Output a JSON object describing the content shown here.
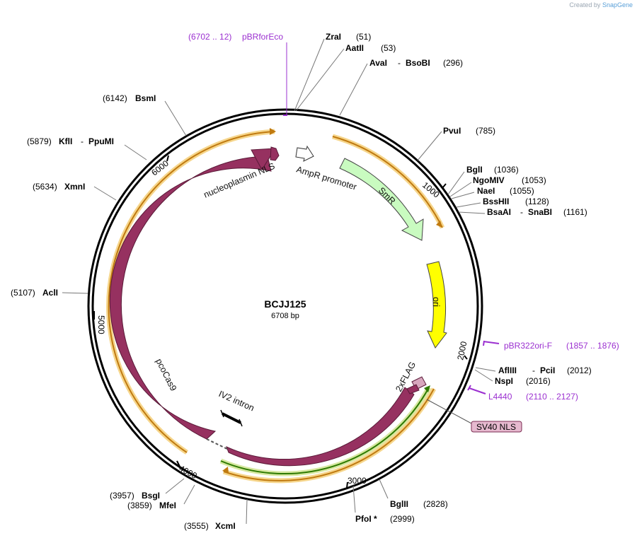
{
  "branding": {
    "created_by": "Created by",
    "app": "SnapGene"
  },
  "plasmid": {
    "name": "BCJJ125",
    "size": "6708 bp"
  },
  "ticks": [
    "1000",
    "2000",
    "3000",
    "4000",
    "5000",
    "6000"
  ],
  "features": {
    "nucleoplasmin_nls": "nucleoplasmin NLS",
    "ampr_promoter": "AmpR promoter",
    "smr": "SmR",
    "ori": "ori",
    "pcocas9": "pcoCas9",
    "iv2_intron": "IV2 intron",
    "twoxflag": "2xFLAG",
    "sv40_nls": "SV40 NLS"
  },
  "primers": {
    "pbrforeco": {
      "range": "(6702 .. 12)",
      "name": "pBRforEco"
    },
    "pbr322ori_f": {
      "name": "pBR322ori-F",
      "range": "(1857 .. 1876)"
    },
    "l4440": {
      "name": "L4440",
      "range": "(2110 .. 2127)"
    }
  },
  "sites": {
    "zrai": {
      "name": "ZraI",
      "pos": "(51)"
    },
    "aatii": {
      "name": "AatII",
      "pos": "(53)"
    },
    "avai_bsobi": {
      "name1": "AvaI",
      "sep": "-",
      "name2": "BsoBI",
      "pos": "(296)"
    },
    "pvui": {
      "name": "PvuI",
      "pos": "(785)"
    },
    "bgli": {
      "name": "BglI",
      "pos": "(1036)"
    },
    "ngomiv": {
      "name": "NgoMIV",
      "pos": "(1053)"
    },
    "naei": {
      "name": "NaeI",
      "pos": "(1055)"
    },
    "bsshii": {
      "name": "BssHII",
      "pos": "(1128)"
    },
    "bsaai_snabi": {
      "name1": "BsaAI",
      "sep": "-",
      "name2": "SnaBI",
      "pos": "(1161)"
    },
    "aflIII_pcii": {
      "name1": "AflIII",
      "sep": "-",
      "name2": "PciI",
      "pos": "(2012)"
    },
    "nspi": {
      "name": "NspI",
      "pos": "(2016)"
    },
    "bglii": {
      "name": "BglII",
      "pos": "(2828)"
    },
    "pfoi": {
      "name": "PfoI *",
      "pos": "(2999)"
    },
    "xcmi": {
      "name": "XcmI",
      "pos": "(3555)"
    },
    "mfei": {
      "name": "MfeI",
      "pos": "(3859)"
    },
    "bsgi": {
      "name": "BsgI",
      "pos": "(3957)"
    },
    "acli": {
      "name": "AclI",
      "pos": "(5107)"
    },
    "xmni": {
      "name": "XmnI",
      "pos": "(5634)"
    },
    "kfli_ppumi": {
      "name1": "KflI",
      "sep": "-",
      "name2": "PpuMI",
      "pos": "(5879)"
    },
    "bsmi": {
      "name": "BsmI",
      "pos": "(6142)"
    }
  },
  "colors": {
    "cas9": "#963160",
    "smr": "#c9fbc0",
    "ori": "#ffff00",
    "orf_arrow": "#e8a33a",
    "orf_glow": "#f6d68c",
    "green_arrow": "#4f9b19",
    "primer": "#9b30d0",
    "sv40_box": "#e6b9cf"
  }
}
